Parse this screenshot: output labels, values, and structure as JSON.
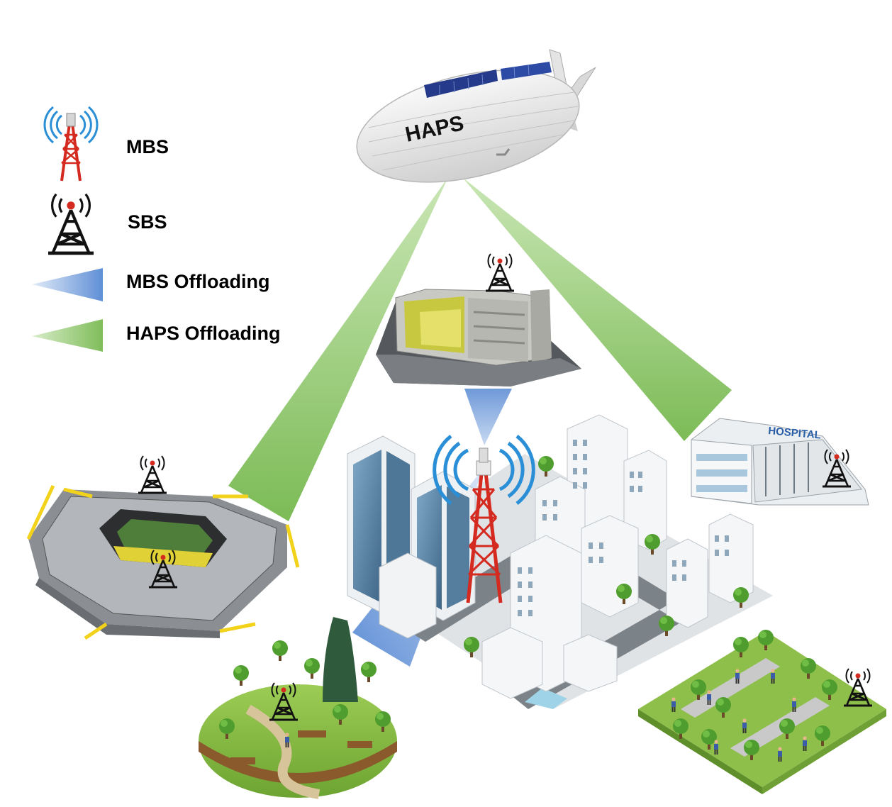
{
  "legend": {
    "items": [
      {
        "label": "MBS",
        "icon": "mbs-tower-icon"
      },
      {
        "label": "SBS",
        "icon": "sbs-tower-icon"
      },
      {
        "label": "MBS Offloading",
        "icon": "blue-beam-icon"
      },
      {
        "label": "HAPS Offloading",
        "icon": "green-beam-icon"
      }
    ]
  },
  "airship": {
    "label": "HAPS"
  },
  "hospital": {
    "sign": "HOSPITAL"
  },
  "colors": {
    "haps_beam": "#8cc66b",
    "mbs_beam": "#6f96d8",
    "mbs_tower": "#d42a1f",
    "signal_waves": "#2a8fd6",
    "sbs_tower": "#111111",
    "building_glass": "#5c86a8"
  }
}
